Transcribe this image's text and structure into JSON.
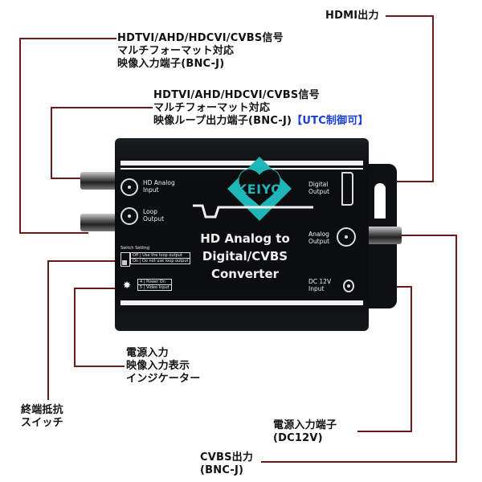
{
  "diagram": {
    "title": "HD Analog to Digital/CVBS Converter",
    "brand": "KEIYO",
    "colors": {
      "leader_line": "#6b1a1a",
      "highlight_text": "#1a3fd6",
      "device_body": "#0b0d0f",
      "logo_teal": "#1fb6b8"
    }
  },
  "callouts": {
    "hd_input": {
      "lines": [
        "HDTVI/AHD/HDCVI/CVBS信号",
        "マルチフォーマット対応",
        "映像入力端子(BNC-J)"
      ]
    },
    "loop_output": {
      "lines": [
        "HDTVI/AHD/HDCVI/CVBS信号",
        "マルチフォーマット対応",
        "映像ループ出力端子(BNC-J)"
      ],
      "highlight": "【UTC制御可】"
    },
    "hdmi_output": {
      "lines": [
        "HDMI出力"
      ]
    },
    "indicator": {
      "lines": [
        "電源入力",
        "映像入力表示",
        "インジケーター"
      ]
    },
    "termination_switch": {
      "lines": [
        "終端抵抗",
        "スイッチ"
      ]
    },
    "power_input": {
      "lines": [
        "電源入力端子",
        "(DC12V)"
      ]
    },
    "cvbs_output": {
      "lines": [
        "CVBS出力",
        "(BNC-J)"
      ]
    }
  },
  "device_panel": {
    "hd_analog_input": [
      "HD Analog",
      "Input"
    ],
    "loop_output": [
      "Loop",
      "Output"
    ],
    "digital_output": [
      "Digital",
      "Output"
    ],
    "analog_output": [
      "Analog",
      "Output"
    ],
    "dc_input": [
      "DC 12V",
      "Input"
    ],
    "switch_setting": {
      "title": "Switch Setting",
      "rows": [
        {
          "pos": "Off",
          "desc": "Use the loop output"
        },
        {
          "pos": "On",
          "desc": "Do not use loop output"
        }
      ]
    },
    "led_legend": [
      {
        "key": "4",
        "desc": "Power On"
      },
      {
        "key": "5",
        "desc": "Video Input"
      }
    ],
    "product_title": [
      "HD Analog to",
      "Digital/CVBS",
      "Converter"
    ]
  }
}
